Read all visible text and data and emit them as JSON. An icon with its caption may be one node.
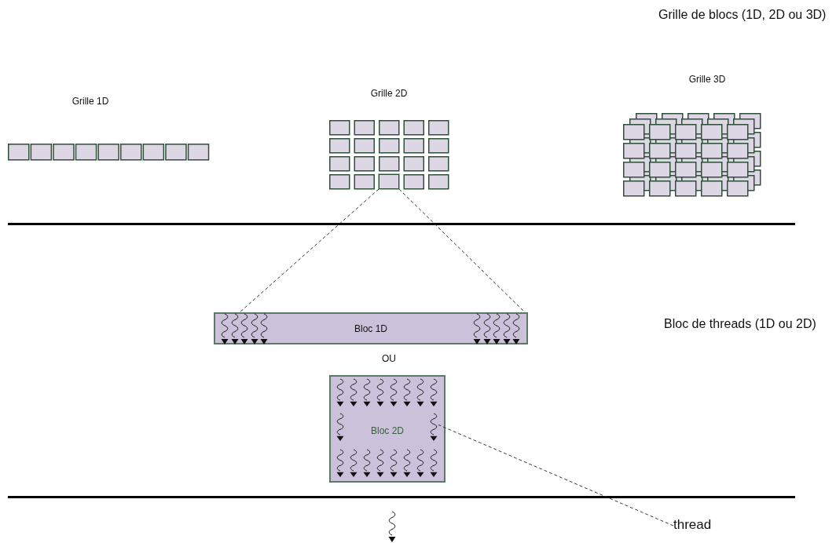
{
  "diagram": {
    "nodes": [
      {
        "text": [],
        "shape": "box"
      },
      {
        "text": [
          "Bloc 1D"
        ]
      },
      {
        "text": [
          "Bloc 2D"
        ]
      },
      {
        "text": [],
        "shape": "squiggle",
        "in": 2
      },
      {
        "text": [
          "thread"
        ]
      }
    ],
    "edges": [
      {
        "from": 0,
        "to": 1,
        "arrow": "none",
        "style": "dashed"
      },
      {
        "from": 0,
        "to": 1,
        "arrow": "none",
        "style": "dashed"
      },
      {
        "from": 4,
        "to": 3,
        "arrow": "none",
        "style": "dashed"
      }
    ],
    "labels": [
      "Grille de blocs (1D, 2D ou 3D)",
      "Grille 3D",
      "Grille 1D",
      "Grille 2D",
      "Bloc de threads (1D ou 2D)",
      "OU"
    ]
  }
}
